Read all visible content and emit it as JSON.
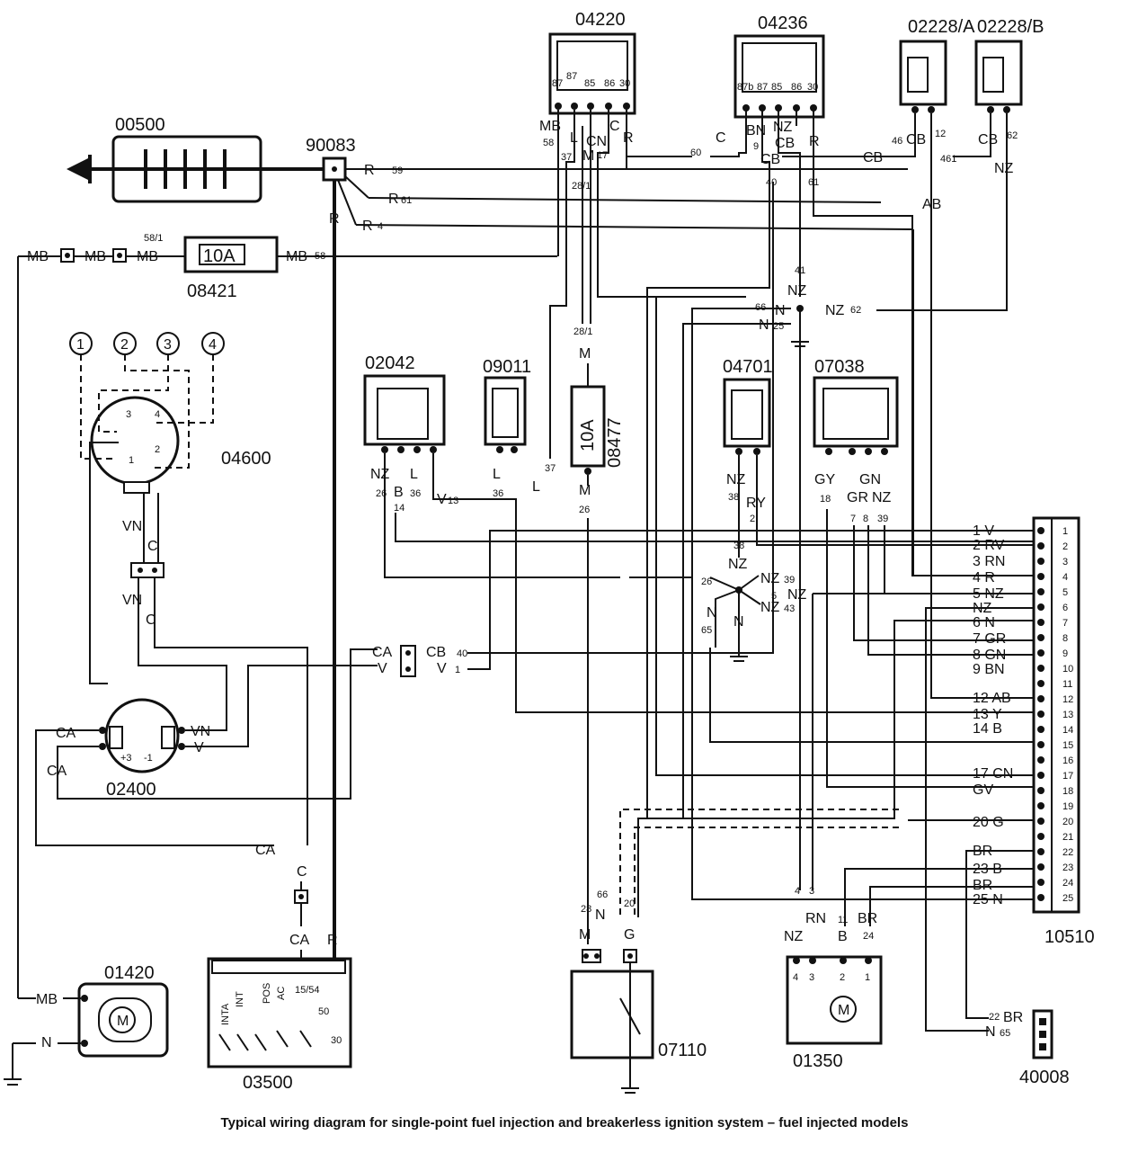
{
  "caption": "Typical wiring diagram for single-point fuel injection and breakerless ignition system – fuel injected models",
  "components": {
    "c04220": "04220",
    "c04236": "04236",
    "c02228a": "02228/A",
    "c02228b": "02228/B",
    "c00500": "00500",
    "c90083": "90083",
    "c08421": "08421",
    "c04600": "04600",
    "c02042": "02042",
    "c09011": "09011",
    "c08477": "08477",
    "c04701": "04701",
    "c07038": "07038",
    "c10510": "10510",
    "c02400": "02400",
    "c01420": "01420",
    "c03500": "03500",
    "c07110": "07110",
    "c01350": "01350",
    "c40008": "40008"
  },
  "fuse_rating": "10A",
  "plugs": [
    "1",
    "2",
    "3",
    "4"
  ],
  "relay_pins": [
    "87",
    "87",
    "85",
    "86",
    "30"
  ],
  "relay2_pins": [
    "87b",
    "87",
    "85",
    "86",
    "30"
  ],
  "switch_labels": [
    "INTA",
    "INT",
    "POS",
    "AC",
    "15/54",
    "50",
    "30"
  ],
  "ecu_pins": [
    "1",
    "2",
    "3",
    "4",
    "5",
    "6",
    "7",
    "8",
    "9",
    "10",
    "11",
    "12",
    "13",
    "14",
    "15",
    "16",
    "17",
    "18",
    "19",
    "20",
    "21",
    "22",
    "23",
    "24",
    "25"
  ],
  "ecu_wires": [
    {
      "n": "1",
      "c": "V"
    },
    {
      "n": "2",
      "c": "RV"
    },
    {
      "n": "3",
      "c": "RN"
    },
    {
      "n": "4",
      "c": "R"
    },
    {
      "n": "5",
      "c": "NZ"
    },
    {
      "n": "",
      "c": "NZ"
    },
    {
      "n": "6",
      "c": "N"
    },
    {
      "n": "7",
      "c": "GR"
    },
    {
      "n": "8",
      "c": "GN"
    },
    {
      "n": "9",
      "c": "BN"
    },
    {
      "n": "12",
      "c": "AB"
    },
    {
      "n": "13",
      "c": "Y"
    },
    {
      "n": "14",
      "c": "B"
    },
    {
      "n": "17",
      "c": "CN"
    },
    {
      "n": "",
      "c": "GV"
    },
    {
      "n": "20",
      "c": "G"
    },
    {
      "n": "",
      "c": "BR"
    },
    {
      "n": "23",
      "c": "B"
    },
    {
      "n": "",
      "c": "BR"
    },
    {
      "n": "25",
      "c": "N"
    }
  ],
  "wire_labels": {
    "mb": "MB",
    "r": "R",
    "n": "N",
    "nz": "NZ",
    "ca": "CA",
    "c": "C",
    "vn": "VN",
    "v": "V",
    "cb": "CB",
    "ab": "AB",
    "bn": "BN",
    "cn": "CN",
    "m": "M",
    "l": "L",
    "b": "B",
    "ry": "RY",
    "gy": "GY",
    "gr": "GR",
    "gn": "GN",
    "rn": "RN",
    "br": "BR",
    "g": "G",
    "n59": "59",
    "n61": "61",
    "n4": "4",
    "n58": "58",
    "n58_1": "58/1",
    "n60": "60",
    "n28_1": "28/1",
    "n37": "37",
    "n17": "17",
    "n40": "40",
    "n41": "41",
    "n66": "66",
    "n25": "25",
    "n62": "62",
    "n46": "46",
    "n12": "12",
    "n461": "461",
    "n26": "26",
    "n36": "36",
    "n13": "13",
    "n14": "14",
    "n38": "38",
    "n2": "2",
    "n18": "18",
    "n7": "7",
    "n8": "8",
    "n39": "39",
    "n5": "5",
    "n43": "43",
    "n65": "65",
    "n1": "1",
    "n28": "28",
    "n20": "20",
    "n3": "3",
    "n11": "11",
    "n24": "24",
    "n22": "22",
    "n9": "9",
    "plus3": "+3",
    "minus1": "-1"
  }
}
